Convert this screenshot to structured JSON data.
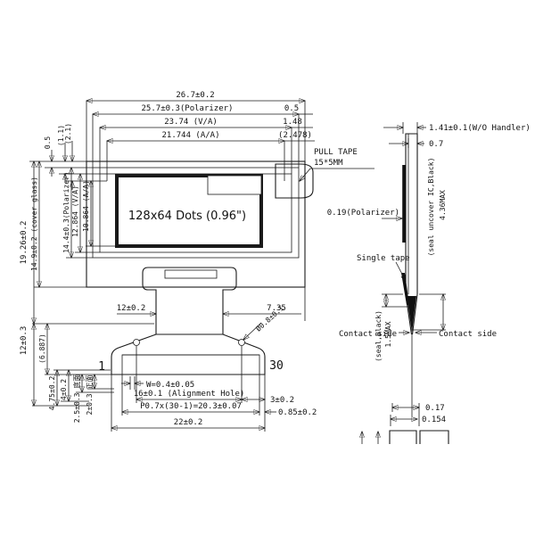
{
  "colors": {
    "line": "#1a1a1a",
    "background": "#ffffff"
  },
  "front": {
    "display_label": "128x64 Dots (0.96\")",
    "pull_tape": {
      "line1": "PULL TAPE",
      "line2": "15*5MM"
    },
    "pins": {
      "first": "1",
      "last": "30"
    },
    "dims": {
      "overall_w": "26.7±0.2",
      "polarizer_w": "25.7±0.3(Polarizer)",
      "va_w": "23.74 (V/A)",
      "aa_w": "21.744 (A/A)",
      "off_05": "0.5",
      "off_148": "1.48",
      "off_2478": "(2.478)",
      "overall_h": "19.26±0.2",
      "glass_h": "14.9±0.2 (cover glass)",
      "polarizer_h": "14.4±0.3(Polarizer)",
      "va_h": "12.864 (V/A)",
      "aa_h": "10.864 (A/A)",
      "offv_05": "0.5",
      "offv_11": "(1.1)",
      "offv_21": "(2.1)",
      "lower_h": "12±0.3",
      "flex_w": "12±0.2",
      "flex_edge": "7.35",
      "hole_dia": "Ø0.8±0.1",
      "pin_width": "W=0.4±0.05",
      "hole_span": "16±0.1 (Alignment Hole)",
      "edge_3": "3±0.2",
      "pitch": "P0.7x(30-1)=20.3±0.07",
      "edge_085": "0.85±0.2",
      "flex_total_w": "22±0.2",
      "d_6887": "(6.887)",
      "d_475": "4.75±0.2",
      "d_4": "4±0.2",
      "d_25": "2.5±0.3 底面",
      "d_2": "2±0.3 正面"
    }
  },
  "side": {
    "thickness_total": "1.41±0.1(W/O Handler)",
    "thickness_glass": "0.7",
    "seal_note": "(seal uncover IC,Black)",
    "seal_height": "4.36MAX",
    "polarizer_t": "0.19(Polarizer)",
    "single_tape": "Single tape",
    "seal_max": "1.5MAX",
    "seal_black": "(seal,Black)",
    "contact_left": "Contact side",
    "contact_right": "Contact side"
  },
  "detail": {
    "pin_w": "0.17",
    "pin_gap": "0.154"
  }
}
